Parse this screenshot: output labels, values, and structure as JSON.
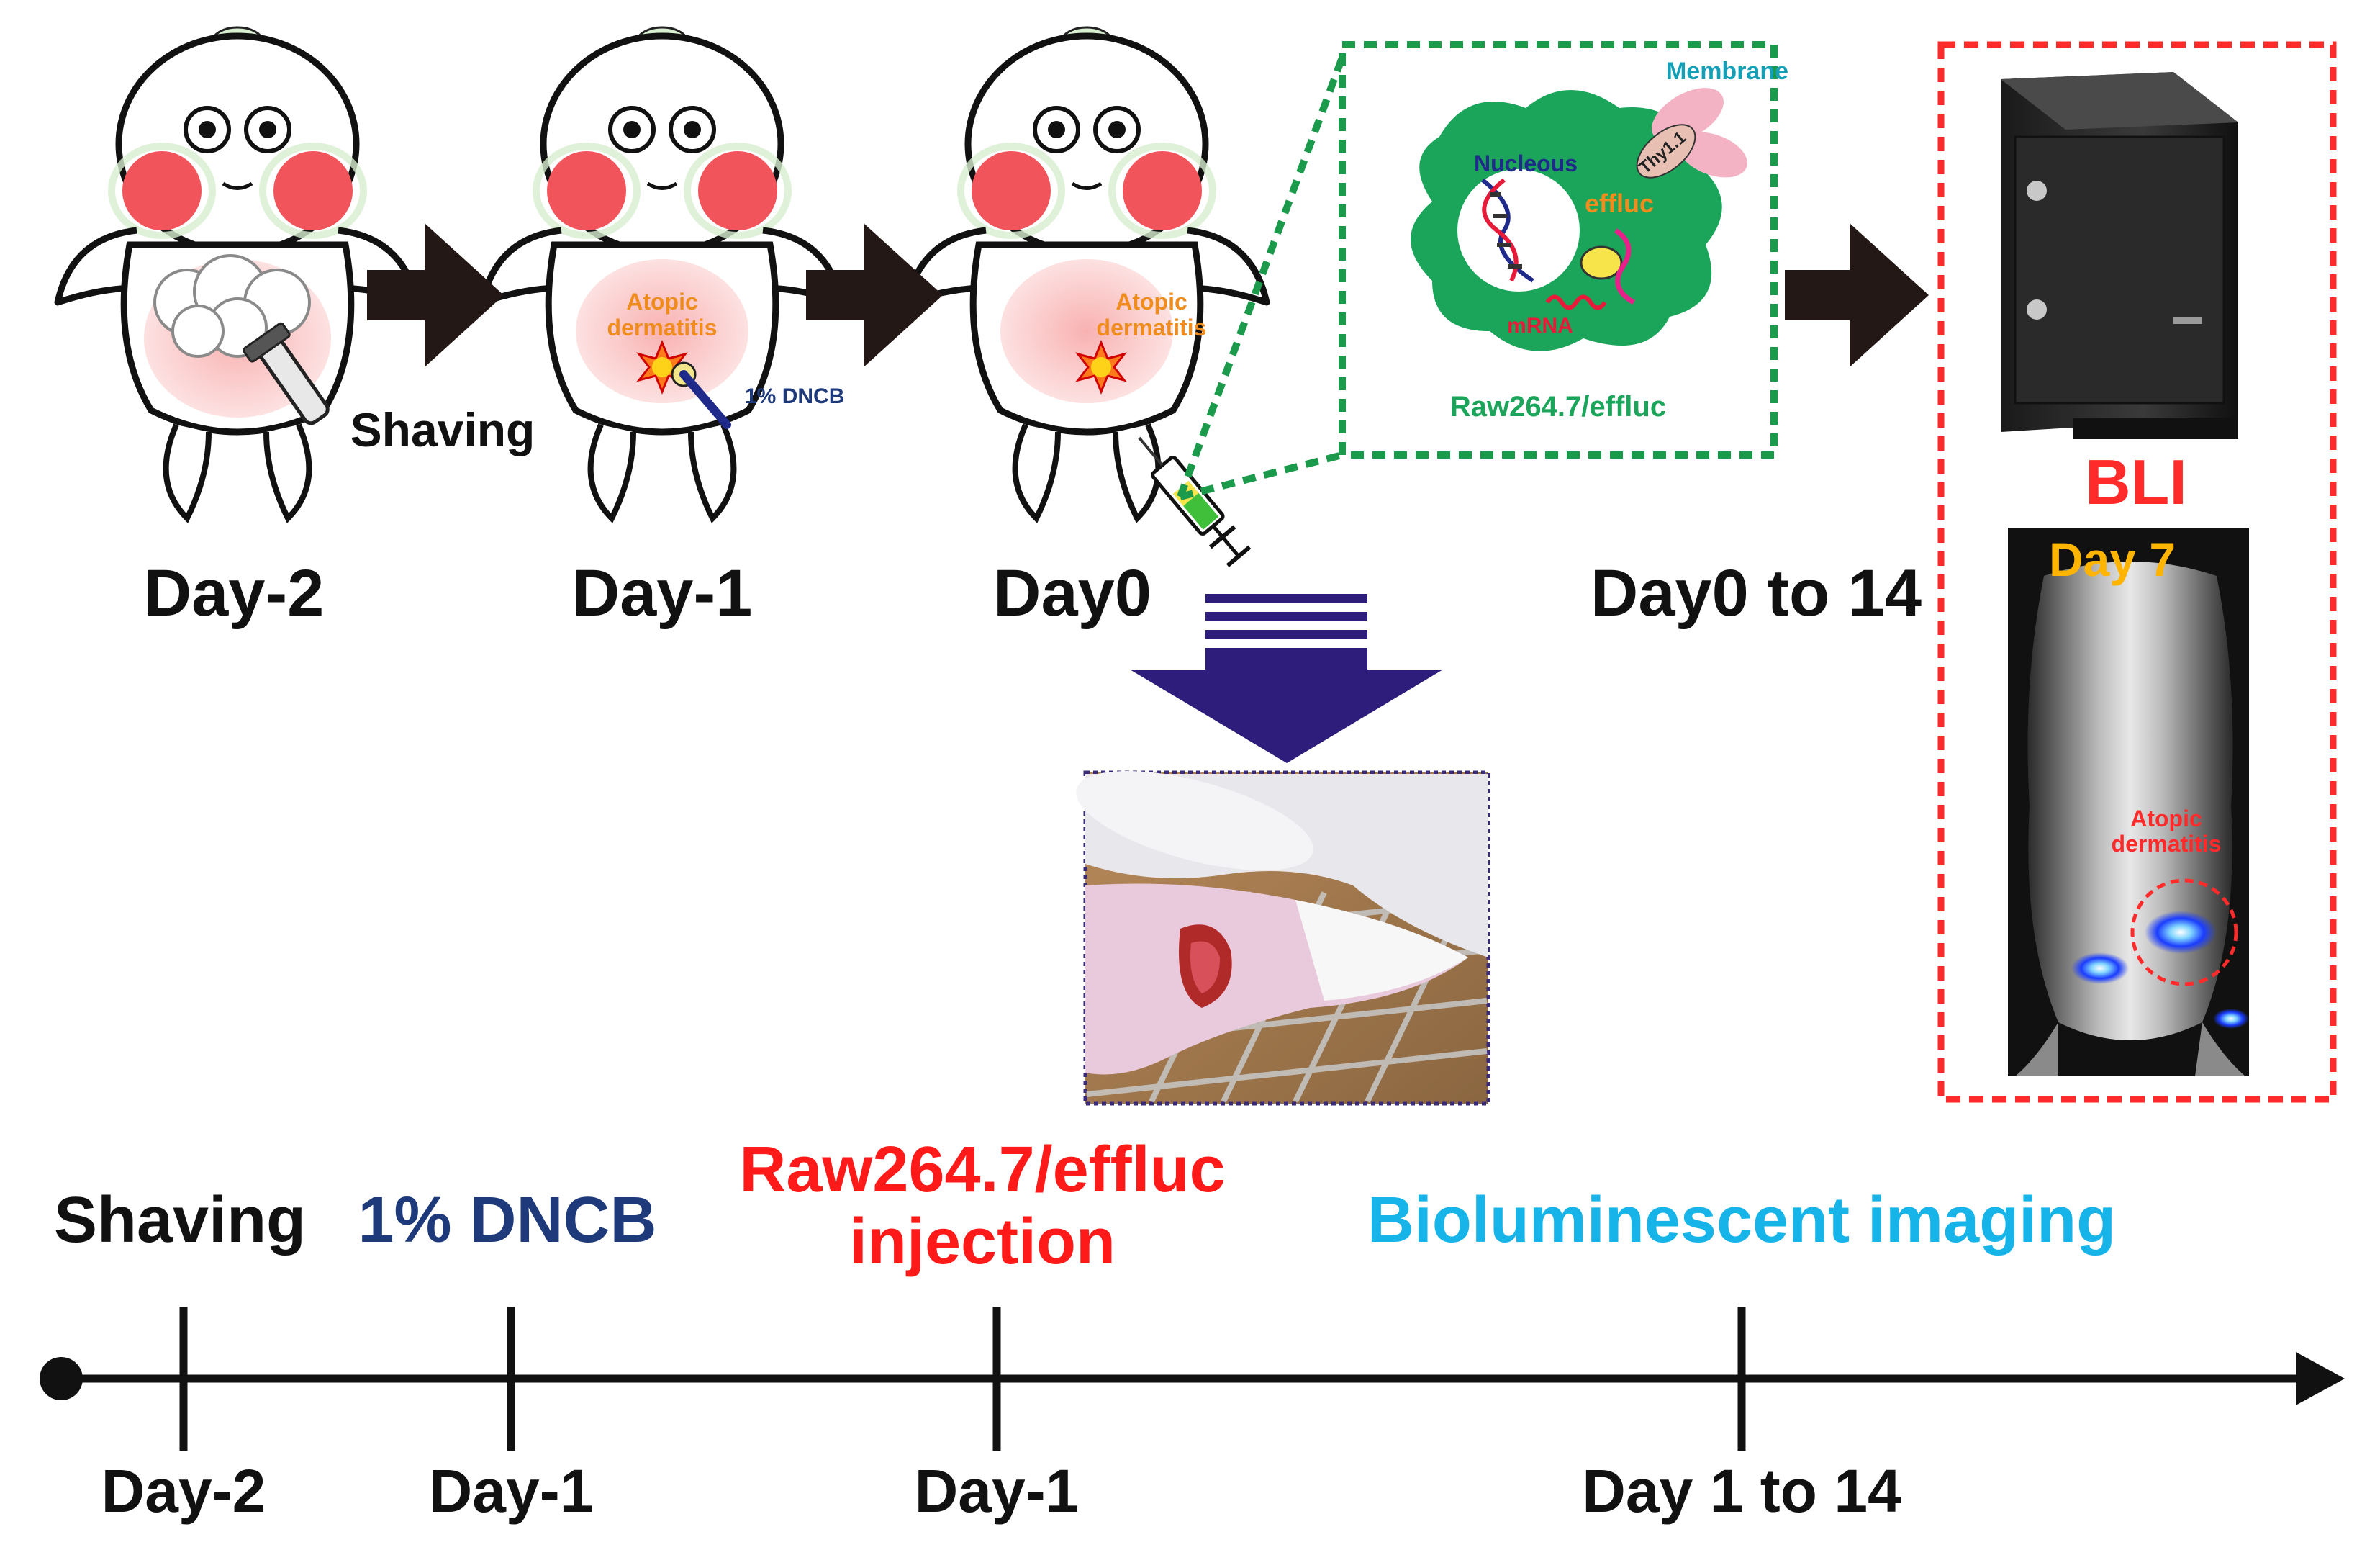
{
  "stages": {
    "day_minus2_label": "Day-2",
    "day_minus1_label": "Day-1",
    "day0_label": "Day0",
    "day0_to_14_label": "Day0 to 14",
    "shaving_label": "Shaving",
    "lesion_label_line1": "Atopic",
    "lesion_label_line2": "dermatitis",
    "dncb_label": "1% DNCB"
  },
  "cell_inset": {
    "membrane": "Membrane",
    "thy": "Thy1.1",
    "nucleus": "Nucleous",
    "effluc": "effluc",
    "mrna": "mRNA",
    "cell_line": "Raw264.7/effluc"
  },
  "bli_panel": {
    "title": "BLI",
    "day": "Day 7",
    "lesion_line1": "Atopic",
    "lesion_line2": "dermatitis"
  },
  "timeline": {
    "top_labels": {
      "shaving": "Shaving",
      "dncb": "1% DNCB",
      "raw_line1": "Raw264.7/effluc",
      "raw_line2": "injection",
      "bli": "Bioluminescent imaging"
    },
    "tick_labels": {
      "t1": "Day-2",
      "t2": "Day-1",
      "t3": "Day-1",
      "t4": "Day 1 to 14"
    }
  },
  "colors": {
    "arrow": "#231815",
    "dncb_blue": "#1f3a7a",
    "injection_red": "#ff1a1a",
    "bli_cyan": "#16b4e8",
    "lesion_orange": "#f08c1e",
    "cell_green": "#1aa55a",
    "inset_border_green": "#1a9a4a",
    "bli_border_red": "#ff2a2a",
    "down_arrow_indigo": "#2e1d7a"
  }
}
